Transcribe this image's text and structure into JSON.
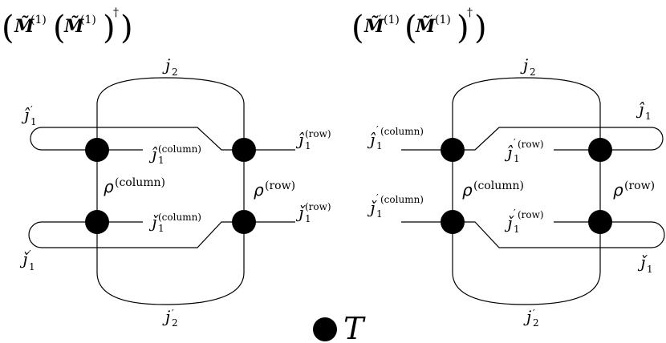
{
  "left": {
    "title": {
      "M": "M̃",
      "sup": "(1)",
      "dagger": "†"
    },
    "labels": {
      "top_arc": {
        "base": "j",
        "sub": "2",
        "prime": ""
      },
      "bottom_arc": {
        "base": "j",
        "sub": "2",
        "prime": "′"
      },
      "top_left_loop": {
        "base": "ĵ",
        "sub": "1",
        "prime": "′",
        "sup": ""
      },
      "bottom_left_loop": {
        "base": "ǰ",
        "sub": "1",
        "prime": "′",
        "sup": ""
      },
      "top_mid": {
        "base": "ĵ",
        "sub": "1",
        "sup": "(column)"
      },
      "bottom_mid": {
        "base": "ǰ",
        "sub": "1",
        "sup": "(column)"
      },
      "top_right": {
        "base": "ĵ",
        "sub": "1",
        "sup": "(row)"
      },
      "bottom_right": {
        "base": "ǰ",
        "sub": "1",
        "sup": "(row)"
      },
      "rho_left": {
        "base": "ρ",
        "sup": "(column)"
      },
      "rho_right": {
        "base": "ρ",
        "sup": "(row)"
      }
    }
  },
  "right": {
    "title": {
      "M": "M̃",
      "prime": "′",
      "sup": "(1)",
      "dagger": "†"
    },
    "labels": {
      "top_arc": {
        "base": "j",
        "sub": "2",
        "prime": ""
      },
      "bottom_arc": {
        "base": "j",
        "sub": "2",
        "prime": "′"
      },
      "top_right_loop": {
        "base": "ĵ",
        "sub": "1"
      },
      "bottom_right_loop": {
        "base": "ǰ",
        "sub": "1"
      },
      "top_left": {
        "base": "ĵ",
        "sub": "1",
        "prime": "′",
        "sup": "(column)"
      },
      "bottom_left": {
        "base": "ǰ",
        "sub": "1",
        "prime": "′",
        "sup": "(column)"
      },
      "top_mid": {
        "base": "ĵ",
        "sub": "1",
        "prime": "′",
        "sup": "(row)"
      },
      "bottom_mid": {
        "base": "ǰ",
        "sub": "1",
        "prime": "′",
        "sup": "(row)"
      },
      "rho_left": {
        "base": "ρ",
        "sup": "(column)"
      },
      "rho_right": {
        "base": "ρ",
        "sup": "(row)"
      }
    }
  },
  "legend": {
    "label": "T"
  }
}
